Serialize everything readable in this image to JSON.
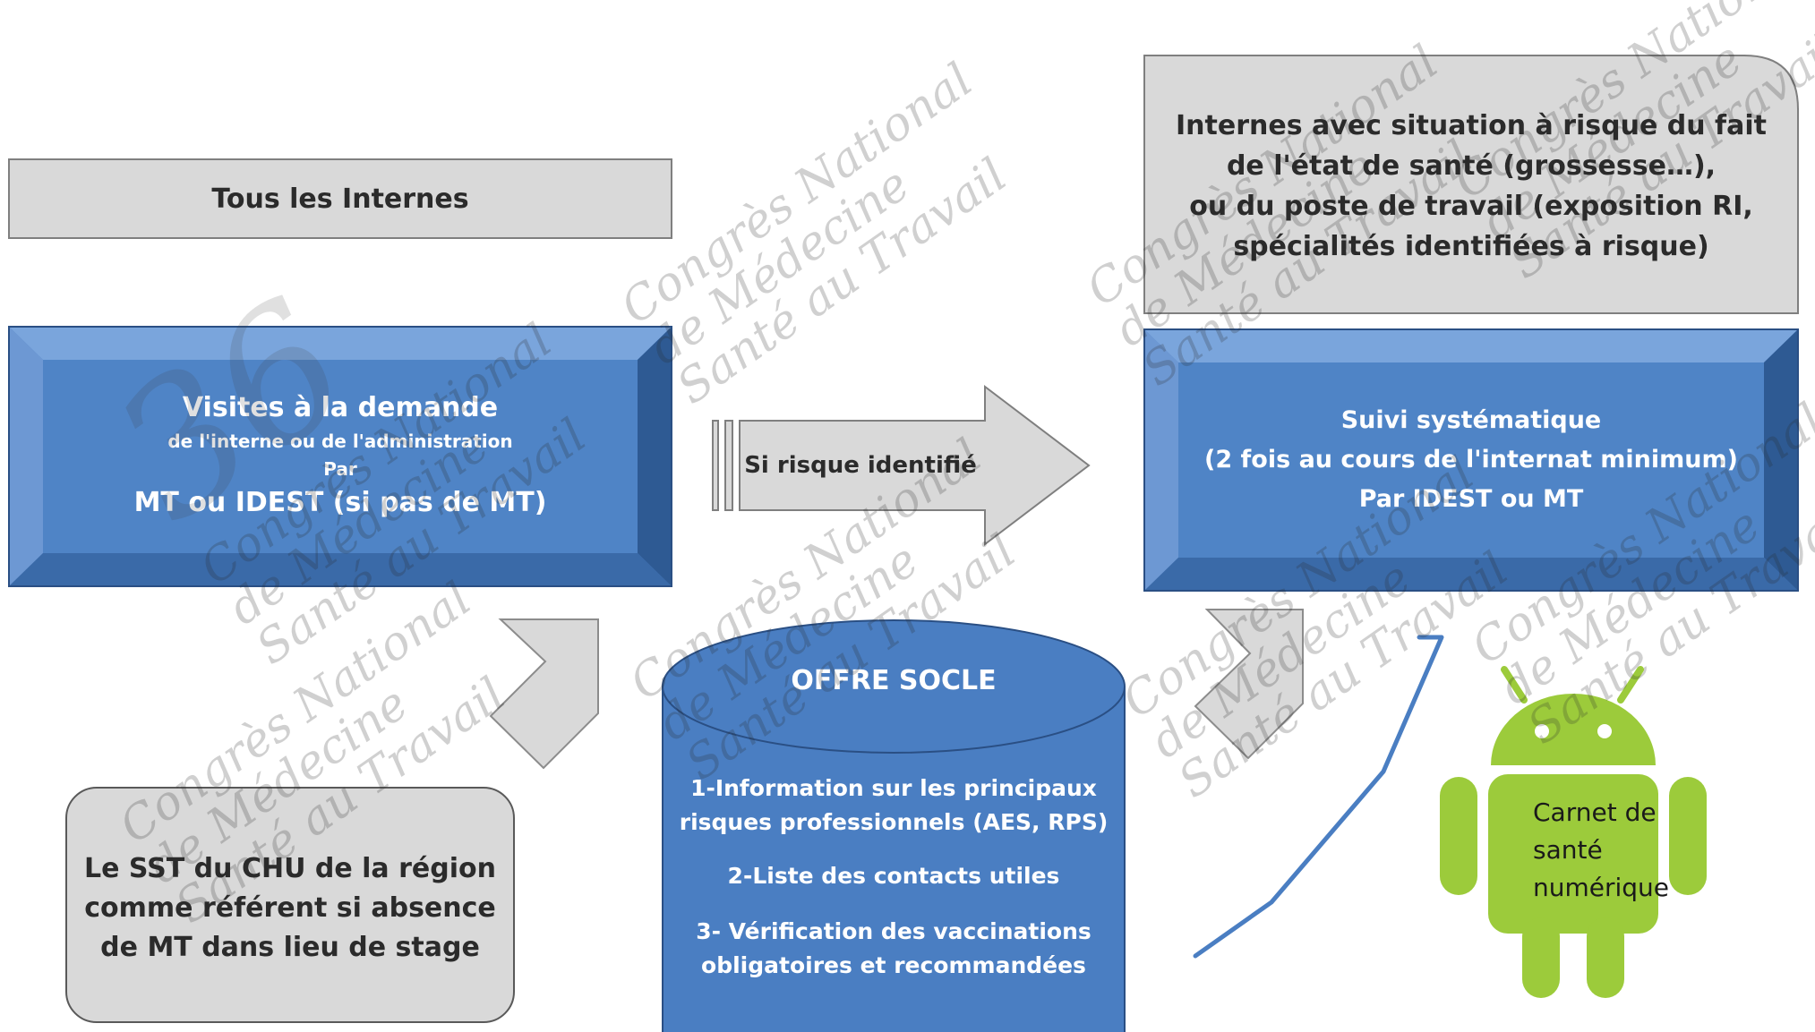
{
  "header_left": "Tous les Internes",
  "header_right": [
    "Internes avec situation à risque du fait",
    "de l'état de santé (grossesse…),",
    "ou du poste de travail (exposition RI,",
    "spécialités identifiées à risque)"
  ],
  "box_left": {
    "title": "Visites à la demande",
    "line2": "de l'interne ou de l'administration",
    "line3": "Par",
    "line4": "MT ou IDEST (si pas de MT)"
  },
  "arrow_label": "Si risque identifié",
  "box_right": {
    "title": "Suivi systématique",
    "line2": "(2 fois au cours de l'internat minimum)",
    "line3": "Par IDEST ou MT"
  },
  "cylinder": {
    "title": "OFFRE SOCLE",
    "items": [
      "1-Information sur les principaux risques professionnels (AES, RPS)",
      "2-Liste des contacts utiles",
      "3- Vérification des vaccinations obligatoires et recommandées"
    ]
  },
  "bottom_left_box": [
    "Le SST du CHU de la région",
    "comme référent si absence",
    "de MT dans lieu de stage"
  ],
  "carnet": [
    "Carnet de",
    "santé",
    "numérique"
  ],
  "watermark": {
    "number": "36",
    "line1": "Congrès National",
    "line2": "de Médecine",
    "line3": "Santé au Travail"
  },
  "colors": {
    "blue_box": "#4a7ec2",
    "grey_box": "#d9d9d9",
    "android_green": "#9ccb3b"
  },
  "icons": [
    "android-icon"
  ]
}
